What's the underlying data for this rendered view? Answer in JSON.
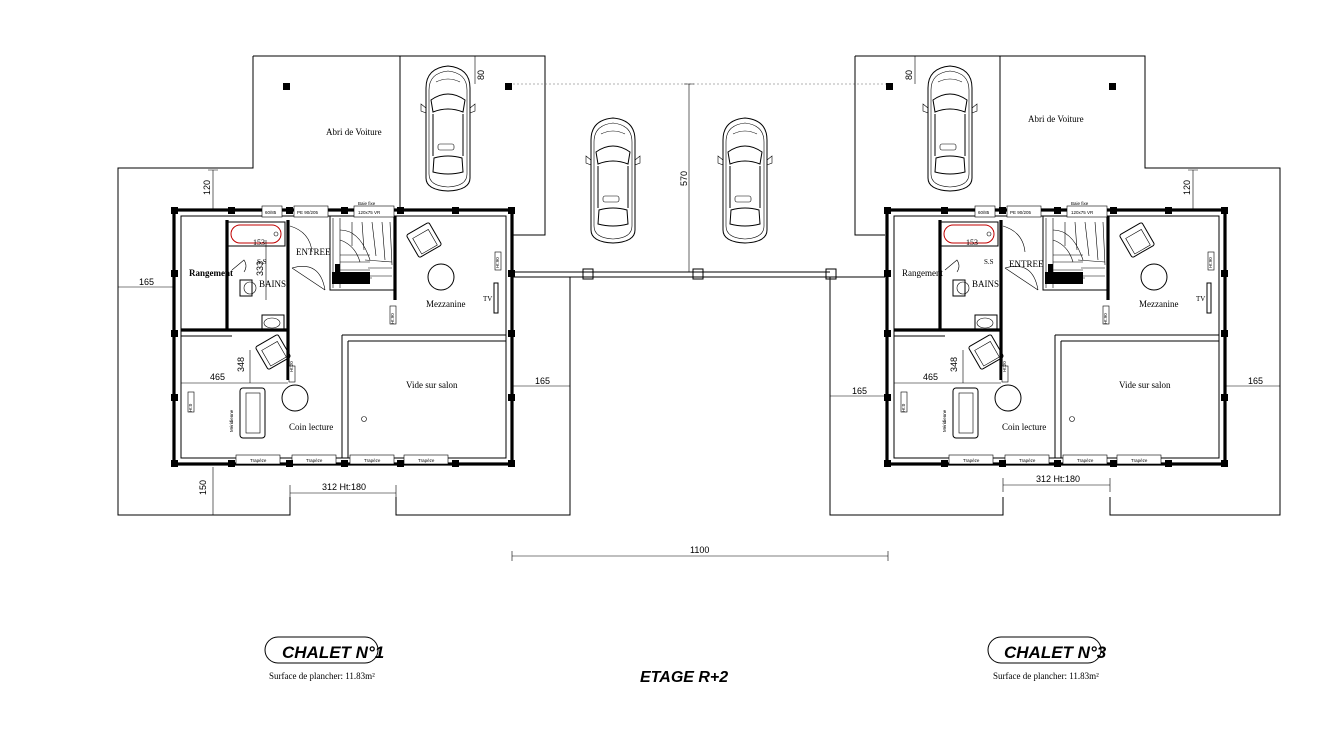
{
  "plan": {
    "floor_label": "ETAGE R+2",
    "overall_dim": "1100",
    "center_dim": "570",
    "chalets": [
      {
        "title": "CHALET N°1",
        "surface": "Surface de plancher: 11.83m²",
        "rooms": {
          "carport": "Abri de Voiture",
          "rangement": "Rangement",
          "entree": "ENTREE",
          "bains": "BAINS",
          "mezzanine": "Mezzanine",
          "vide": "Vide sur salon",
          "coin": "Coin lecture"
        },
        "tags": {
          "ss": "S.S",
          "tv": "TV",
          "baie": "Baie fixe",
          "w1": "60/85",
          "w2": "PE 90/205",
          "w3": "120x75 VR",
          "trapeze": "Trapèze",
          "canape": "Méridienne",
          "ht0": "Ht:0",
          "ht90": "Ht:90",
          "ht20": "Ht:20"
        },
        "dims": {
          "d80": "80",
          "d120": "120",
          "d165l": "165",
          "d165r": "165",
          "d153": "153",
          "d333": "333",
          "d348": "348",
          "d465": "465",
          "d150": "150",
          "d312": "312 Ht:180"
        }
      },
      {
        "title": "CHALET N°3",
        "surface": "Surface de plancher: 11.83m²",
        "rooms": {
          "carport": "Abri de Voiture",
          "rangement": "Rangement",
          "entree": "ENTREE",
          "bains": "BAINS",
          "mezzanine": "Mezzanine",
          "vide": "Vide sur salon",
          "coin": "Coin lecture"
        },
        "tags": {
          "ss": "S.S",
          "tv": "TV",
          "baie": "Baie fixe",
          "w1": "60/85",
          "w2": "PE 90/205",
          "w3": "120x75 VR",
          "trapeze": "Trapèze",
          "canape": "Méridienne",
          "ht0": "Ht:0",
          "ht90": "Ht:90",
          "ht20": "Ht:20"
        },
        "dims": {
          "d80": "80",
          "d120": "120",
          "d165l": "165",
          "d165r": "165",
          "d153": "153",
          "d333": "",
          "d348": "348",
          "d465": "465",
          "d150": "",
          "d312": "312 Ht:180"
        }
      }
    ]
  }
}
